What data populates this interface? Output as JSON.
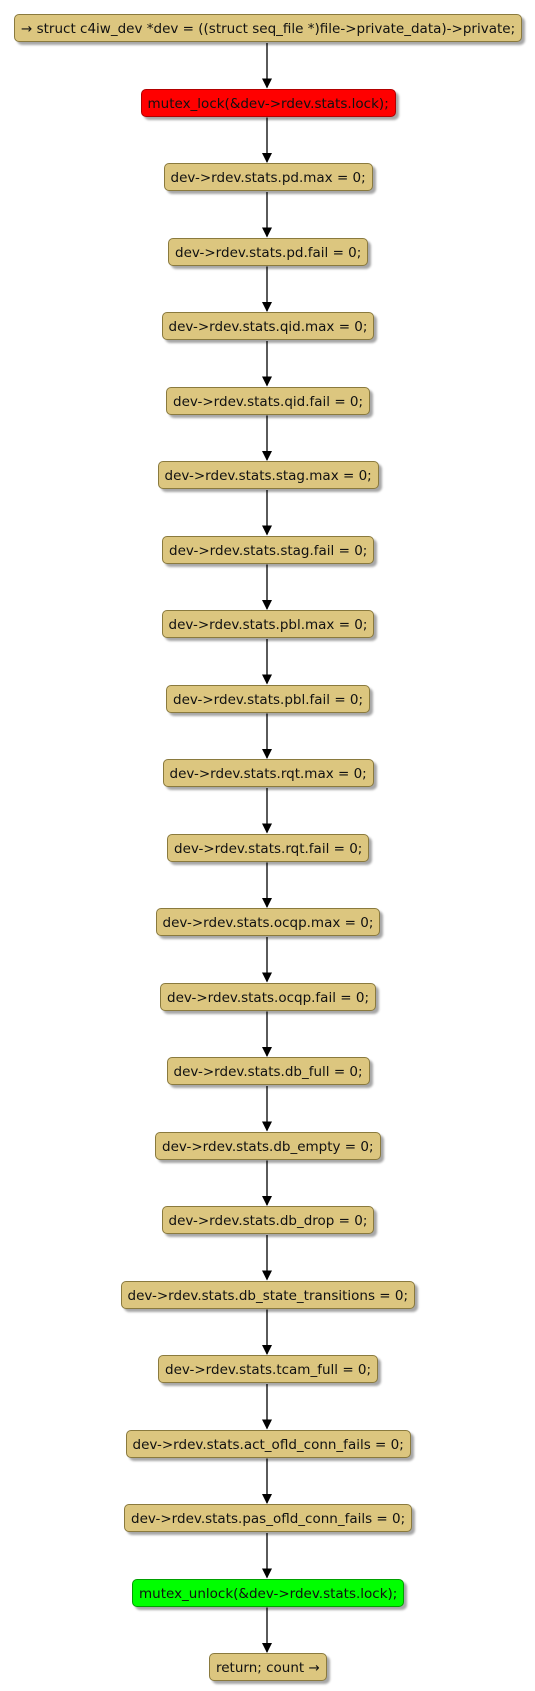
{
  "diagram": {
    "colors": {
      "node_fill": "#dcc67f",
      "node_border": "#8a7a3e",
      "lock_fill": "#ff0000",
      "unlock_fill": "#00ff00",
      "edge": "#000000"
    },
    "nodes": [
      {
        "id": "start",
        "label": "→ struct c4iw_dev *dev = ((struct seq_file *)file->private_data)->private;",
        "kind": "normal"
      },
      {
        "id": "lock",
        "label": "mutex_lock(&dev->rdev.stats.lock);",
        "kind": "lock"
      },
      {
        "id": "pd-max",
        "label": "dev->rdev.stats.pd.max = 0;",
        "kind": "normal"
      },
      {
        "id": "pd-fail",
        "label": "dev->rdev.stats.pd.fail = 0;",
        "kind": "normal"
      },
      {
        "id": "qid-max",
        "label": "dev->rdev.stats.qid.max = 0;",
        "kind": "normal"
      },
      {
        "id": "qid-fail",
        "label": "dev->rdev.stats.qid.fail = 0;",
        "kind": "normal"
      },
      {
        "id": "stag-max",
        "label": "dev->rdev.stats.stag.max = 0;",
        "kind": "normal"
      },
      {
        "id": "stag-fail",
        "label": "dev->rdev.stats.stag.fail = 0;",
        "kind": "normal"
      },
      {
        "id": "pbl-max",
        "label": "dev->rdev.stats.pbl.max = 0;",
        "kind": "normal"
      },
      {
        "id": "pbl-fail",
        "label": "dev->rdev.stats.pbl.fail = 0;",
        "kind": "normal"
      },
      {
        "id": "rqt-max",
        "label": "dev->rdev.stats.rqt.max = 0;",
        "kind": "normal"
      },
      {
        "id": "rqt-fail",
        "label": "dev->rdev.stats.rqt.fail = 0;",
        "kind": "normal"
      },
      {
        "id": "ocqp-max",
        "label": "dev->rdev.stats.ocqp.max = 0;",
        "kind": "normal"
      },
      {
        "id": "ocqp-fail",
        "label": "dev->rdev.stats.ocqp.fail = 0;",
        "kind": "normal"
      },
      {
        "id": "db-full",
        "label": "dev->rdev.stats.db_full = 0;",
        "kind": "normal"
      },
      {
        "id": "db-empty",
        "label": "dev->rdev.stats.db_empty = 0;",
        "kind": "normal"
      },
      {
        "id": "db-drop",
        "label": "dev->rdev.stats.db_drop = 0;",
        "kind": "normal"
      },
      {
        "id": "db-state-transitions",
        "label": "dev->rdev.stats.db_state_transitions = 0;",
        "kind": "normal"
      },
      {
        "id": "tcam-full",
        "label": "dev->rdev.stats.tcam_full = 0;",
        "kind": "normal"
      },
      {
        "id": "act-ofld-conn-fails",
        "label": "dev->rdev.stats.act_ofld_conn_fails = 0;",
        "kind": "normal"
      },
      {
        "id": "pas-ofld-conn-fails",
        "label": "dev->rdev.stats.pas_ofld_conn_fails = 0;",
        "kind": "normal"
      },
      {
        "id": "unlock",
        "label": "mutex_unlock(&dev->rdev.stats.lock);",
        "kind": "unlock"
      },
      {
        "id": "return",
        "label": "return; count →",
        "kind": "normal"
      }
    ]
  }
}
